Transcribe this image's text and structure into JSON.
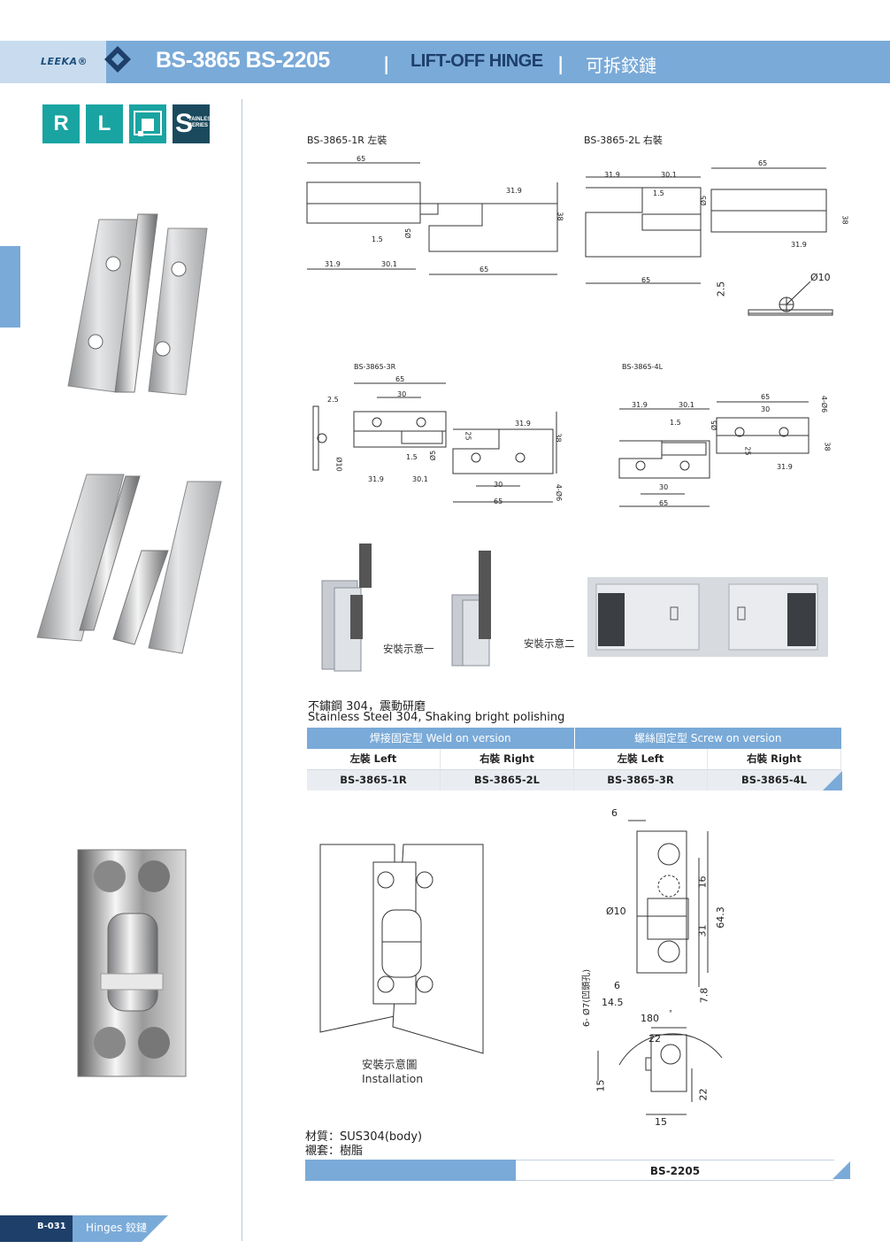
{
  "header": {
    "brand": "LEEKA®",
    "models": "BS-3865 BS-2205",
    "separator": "|",
    "product_en": "LIFT-OFF HINGE",
    "product_cn": "可拆鉸鏈"
  },
  "badges": {
    "r": "R",
    "l": "L",
    "s": "S",
    "stainless": "TAINLESS",
    "series": "SERIES"
  },
  "drawings": {
    "d1_title": "BS-3865-1R   左裝",
    "d2_title": "BS-3865-2L    右裝",
    "d3_title": "BS-3865-3R",
    "d4_title": "BS-3865-4L",
    "dims": {
      "w65": "65",
      "w31_9": "31.9",
      "w30_1": "30.1",
      "h38": "38",
      "g1_5": "1.5",
      "phi5": "Ø5",
      "phi10": "Ø10",
      "t2_5": "2.5",
      "w30": "30",
      "h25": "25",
      "holes": "4-Ø6",
      "w2_5": "2.5"
    },
    "install_1": "安裝示意一",
    "install_2": "安裝示意二"
  },
  "material_1": {
    "cn": "不鏽鋼 304，震動研磨",
    "en": "Stainless Steel 304, Shaking bright polishing"
  },
  "table": {
    "headers": [
      "焊接固定型 Weld on version",
      "螺絲固定型 Screw on version"
    ],
    "row1": [
      "左裝 Left",
      "右裝 Right",
      "左裝 Left",
      "右裝 Right"
    ],
    "row2": [
      "BS-3865-1R",
      "BS-3865-2L",
      "BS-3865-3R",
      "BS-3865-4L"
    ]
  },
  "bs2205": {
    "install_cn": "安裝示意圖",
    "install_en": "Installation",
    "dims": {
      "d6": "6",
      "d16": "16",
      "d10": "Ø10",
      "d31": "31",
      "d64_3": "64.3",
      "d6b": "6",
      "d14_5": "14.5",
      "d7_8": "7.8",
      "holes": "6- Ø7(凹頭孔)",
      "d180": "180",
      "deg": "°",
      "d22": "22",
      "d15": "15",
      "d22b": "22",
      "d15b": "15"
    },
    "material": "材質：SUS304(body)",
    "sleeve": "襯套：樹脂",
    "model": "BS-2205"
  },
  "footer": {
    "page": "B-031",
    "section": "Hinges 鉸鏈"
  },
  "colors": {
    "header_blue": "#7aaad8",
    "teal": "#1aa4a1",
    "navy": "#1b4a5e"
  }
}
